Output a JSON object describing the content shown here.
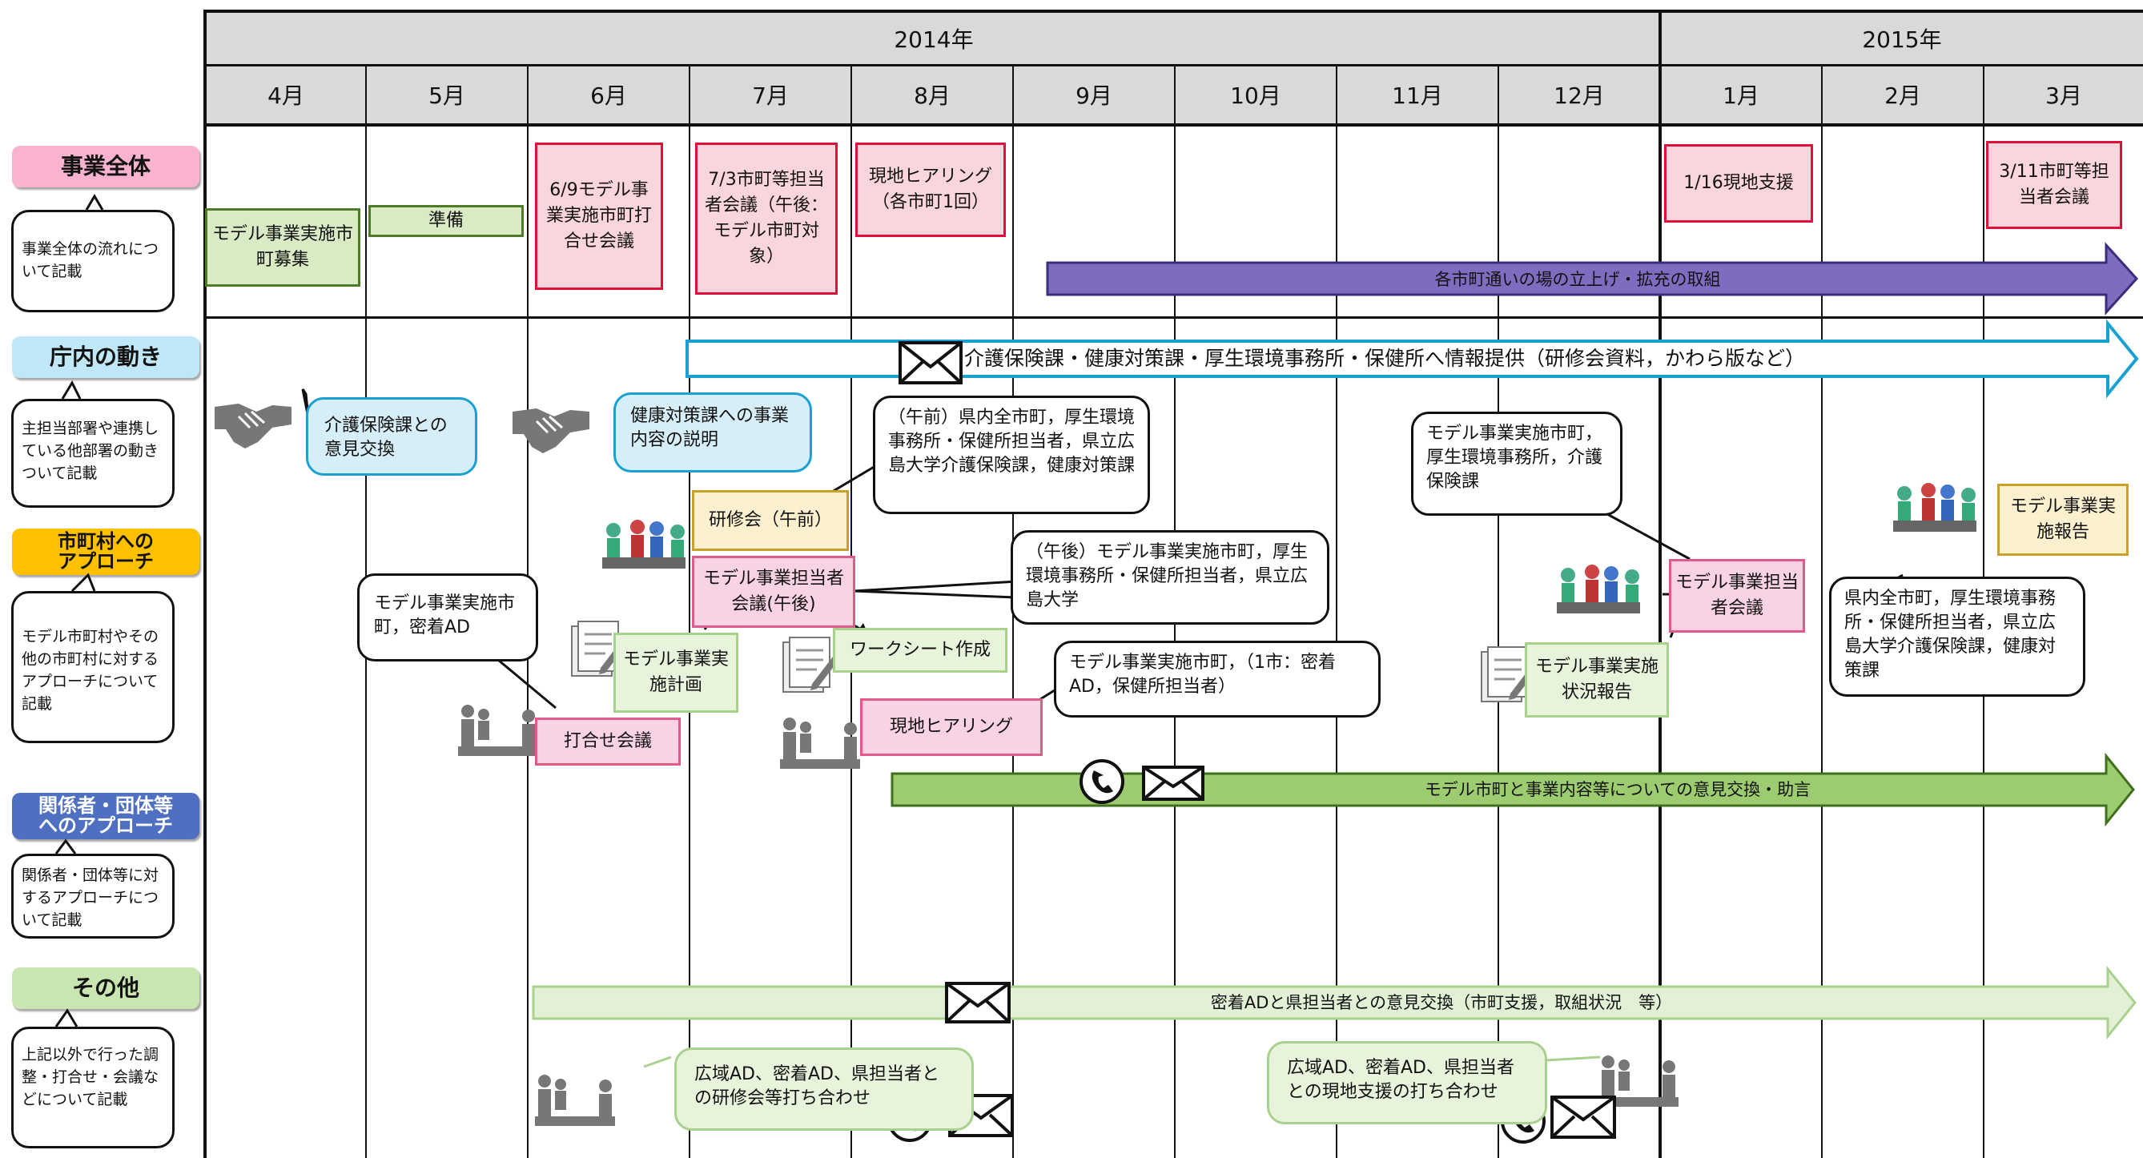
{
  "header": {
    "years": [
      "2014年",
      "2015年"
    ],
    "months": [
      "4月",
      "5月",
      "6月",
      "7月",
      "8月",
      "9月",
      "10月",
      "11月",
      "12月",
      "1月",
      "2月",
      "3月"
    ]
  },
  "categories": {
    "overall": {
      "label": "事業全体",
      "note": "事業全体の流れについて記載",
      "color": "#f9b3cf"
    },
    "internal": {
      "label": "庁内の動き",
      "note": "主担当部署や連携している他部署の動きついて記載",
      "color": "#bfe7f7"
    },
    "municipal": {
      "label": "市町村への\nアプローチ",
      "note": "モデル市町村やその他の市町村に対するアプローチについて記載",
      "color": "#ffc000"
    },
    "stakeholders": {
      "label": "関係者・団体等\nへのアプローチ",
      "note": "関係者・団体等に対するアプローチについて記載",
      "color": "#4f6fc0"
    },
    "other": {
      "label": "その他",
      "note": "上記以外で行った調整・打合せ・会議などについて記載",
      "color": "#c9e5b0"
    }
  },
  "overall": {
    "model_recruit": "モデル事業実施市町募集",
    "prep": "準備",
    "jun9": "6/9モデル事業実施市町打合せ会議",
    "jul3": "7/3市町等担当者会議（午後：モデル市町対象）",
    "aug_hearing": "現地ヒアリング（各市町1回）",
    "jan16": "1/16現地支援",
    "mar11": "3/11市町等担当者会議",
    "arrow_places": "各市町通いの場の立上げ・拡充の取組"
  },
  "internal": {
    "arrow_info": "介護保険課・健康対策課・厚生環境事務所・保健所へ情報提供（研修会資料，かわら版など）",
    "callout_kaigo": "介護保険課との意見交換",
    "callout_kenko": "健康対策課への事業内容の説明"
  },
  "municipal": {
    "training": "研修会（午前）",
    "model_meeting": "モデル事業担当者会議(午後)",
    "callout_am": "（午前）県内全市町，厚生環境事務所・保健所担当者，県立広島大学介護保険課，健康対策課",
    "callout_pm": "（午後）モデル事業実施市町，厚生環境事務所・保健所担当者，県立広島大学",
    "callout_model_ad": "モデル事業実施市町，密着AD",
    "plan": "モデル事業実施計画",
    "worksheet": "ワークシート作成",
    "hearing": "現地ヒアリング",
    "callout_hearing": "モデル事業実施市町，（1市：密着AD，保健所担当者）",
    "uchiawase": "打合せ会議",
    "callout_dec": "モデル事業実施市町，厚生環境事務所，介護保険課",
    "jan_meeting": "モデル事業担当者会議",
    "status_report": "モデル事業実施状況報告",
    "final_report": "モデル事業実施報告",
    "callout_mar": "県内全市町，厚生環境事務所・保健所担当者，県立広島大学介護保険課，健康対策課"
  },
  "stakeholders": {
    "arrow_exchange": "モデル市町と事業内容等についての意見交換・助言"
  },
  "other": {
    "arrow_ad": "密着ADと県担当者との意見交換（市町支援，取組状況　等）",
    "callout_training": "広域AD、密着AD、県担当者との研修会等打ち合わせ",
    "callout_onsite": "広域AD、密着AD、県担当者との現地支援の打ち合わせ"
  },
  "icons": [
    "handshake-icon",
    "meeting-icon",
    "document-icon",
    "phone-icon",
    "mail-icon"
  ]
}
